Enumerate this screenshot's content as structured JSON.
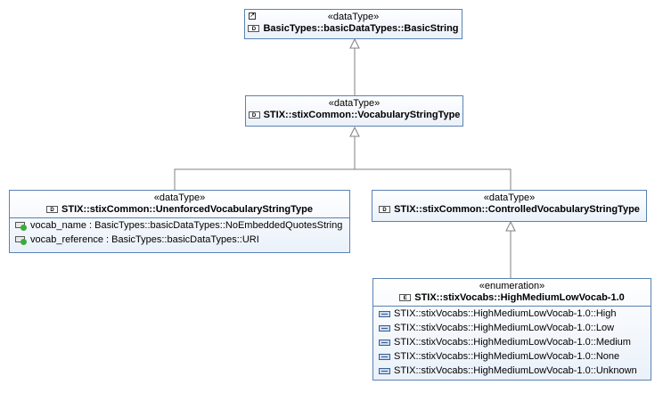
{
  "diagram": {
    "basic_string": {
      "stereotype": "«dataType»",
      "name": "BasicTypes::basicDataTypes::BasicString",
      "icon": "D"
    },
    "vocab_string_type": {
      "stereotype": "«dataType»",
      "name": "STIX::stixCommon::VocabularyStringType",
      "icon": "D"
    },
    "unenforced": {
      "stereotype": "«dataType»",
      "name": "STIX::stixCommon::UnenforcedVocabularyStringType",
      "icon": "D",
      "attributes": [
        "vocab_name : BasicTypes::basicDataTypes::NoEmbeddedQuotesString",
        "vocab_reference : BasicTypes::basicDataTypes::URI"
      ]
    },
    "controlled": {
      "stereotype": "«dataType»",
      "name": "STIX::stixCommon::ControlledVocabularyStringType",
      "icon": "D"
    },
    "high_medium_low": {
      "stereotype": "«enumeration»",
      "name": "STIX::stixVocabs::HighMediumLowVocab-1.0",
      "icon": "E",
      "literals": [
        "STIX::stixVocabs::HighMediumLowVocab-1.0::High",
        "STIX::stixVocabs::HighMediumLowVocab-1.0::Low",
        "STIX::stixVocabs::HighMediumLowVocab-1.0::Medium",
        "STIX::stixVocabs::HighMediumLowVocab-1.0::None",
        "STIX::stixVocabs::HighMediumLowVocab-1.0::Unknown"
      ]
    }
  },
  "colors": {
    "border": "#5a82b3",
    "line": "#808080",
    "attribute_dot": "#3caa3c"
  }
}
